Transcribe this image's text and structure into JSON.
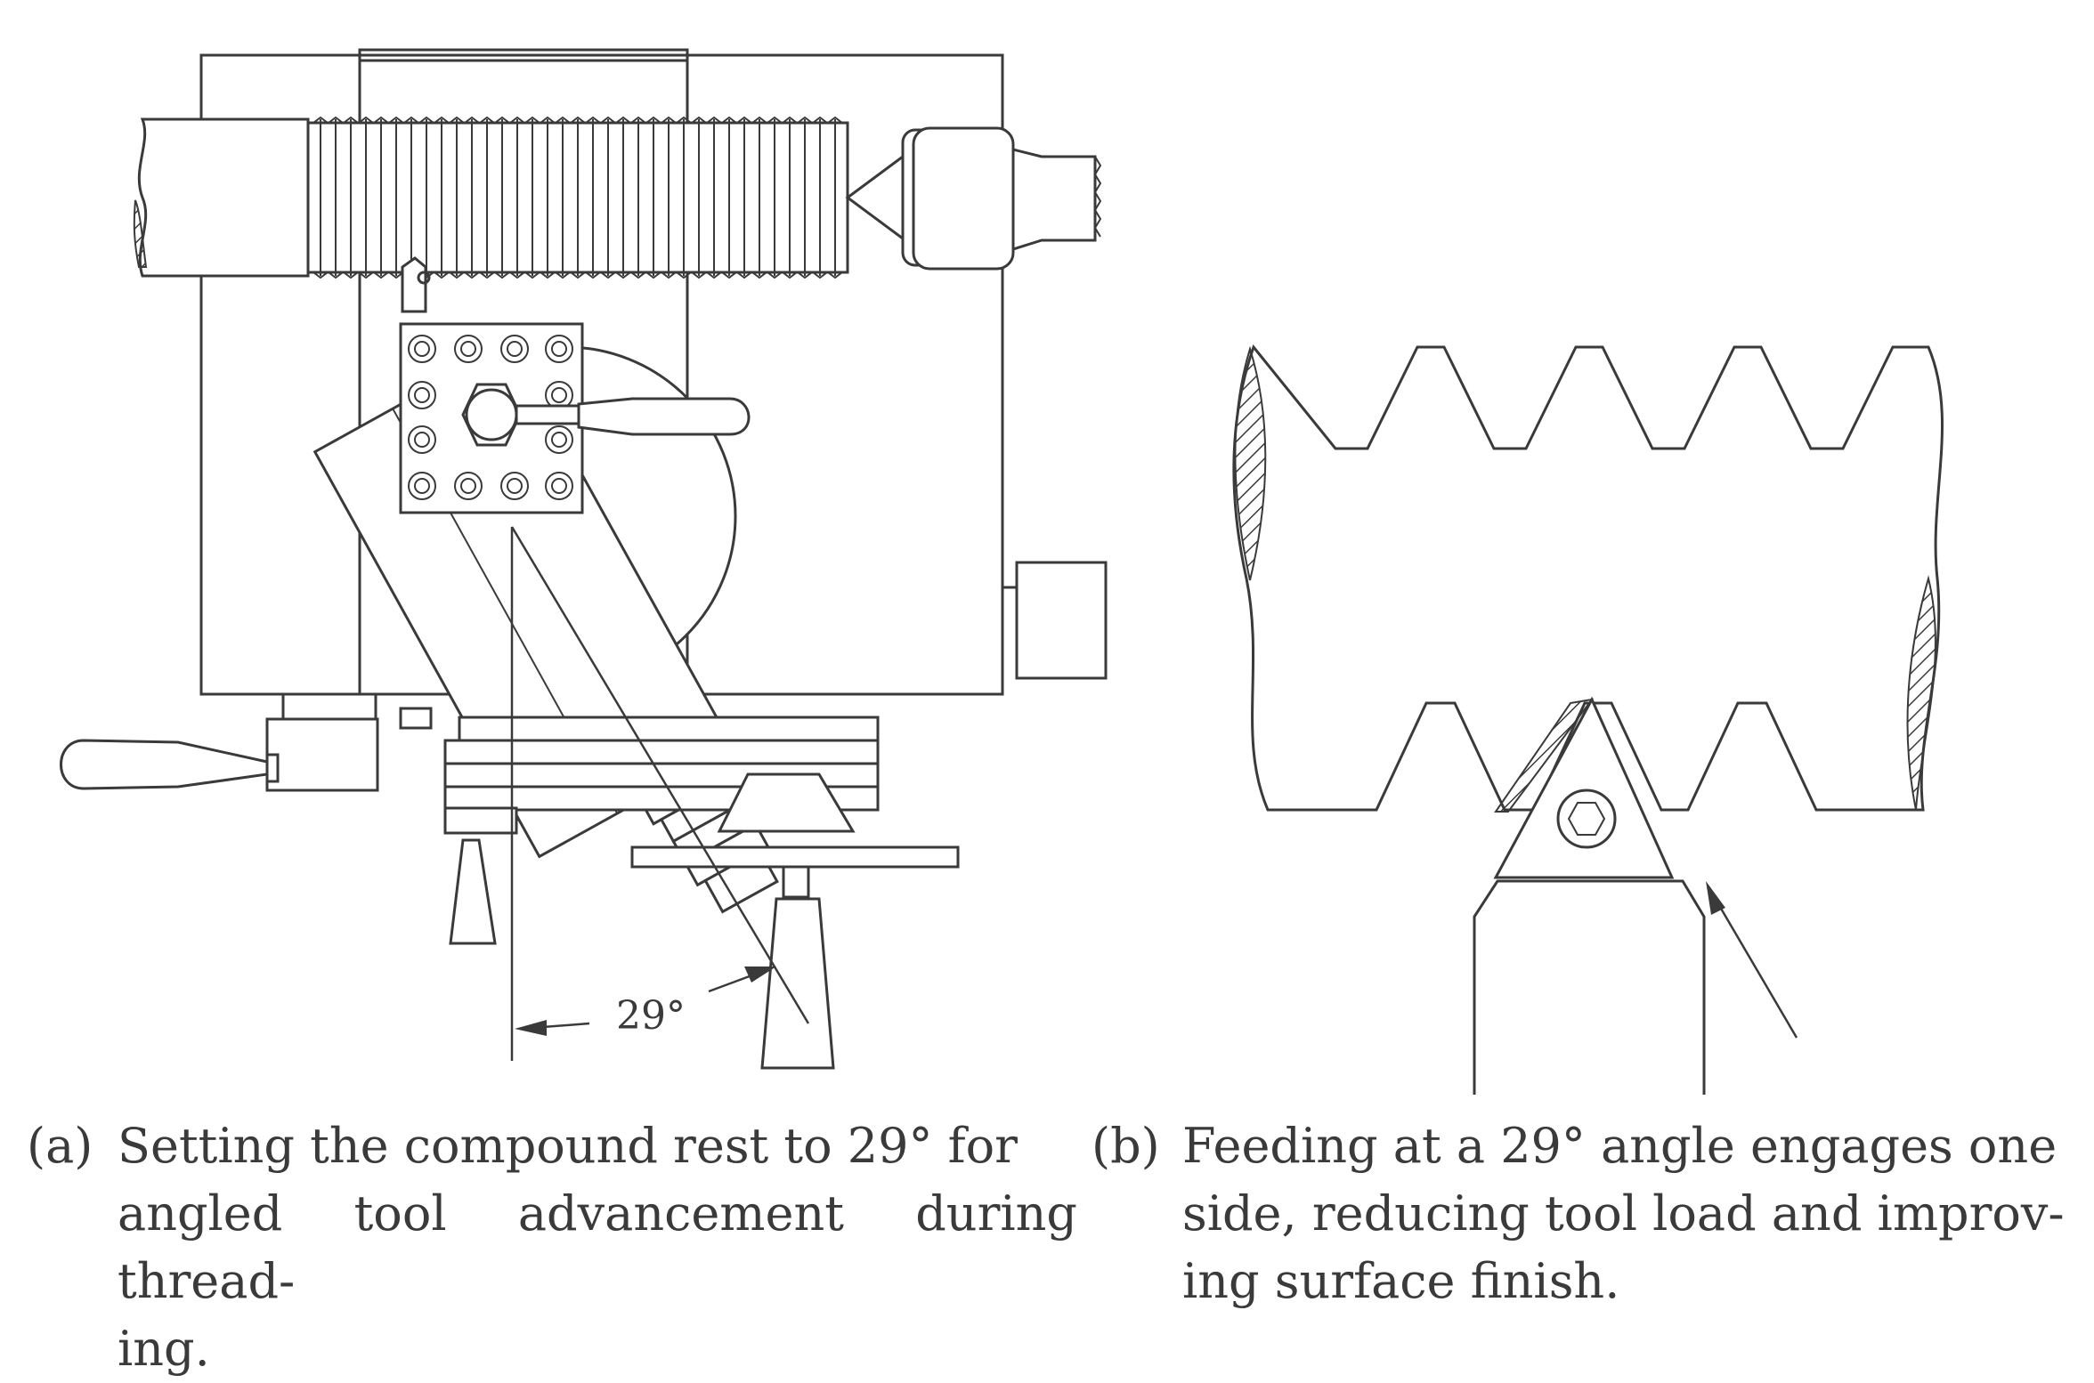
{
  "subfigures": [
    {
      "id": "a",
      "label": "(a)",
      "caption_lines": [
        "Setting the compound rest to 29° for",
        "angled tool advancement during thread-",
        "ing."
      ],
      "angle_label": "29°"
    },
    {
      "id": "b",
      "label": "(b)",
      "caption_lines": [
        "Feeding at a 29° angle engages one",
        "side, reducing tool load and improv-",
        "ing surface finish."
      ]
    }
  ],
  "colors": {
    "line": "#3a3a3a",
    "hatch": "#3a3a3a",
    "background": "#ffffff"
  }
}
